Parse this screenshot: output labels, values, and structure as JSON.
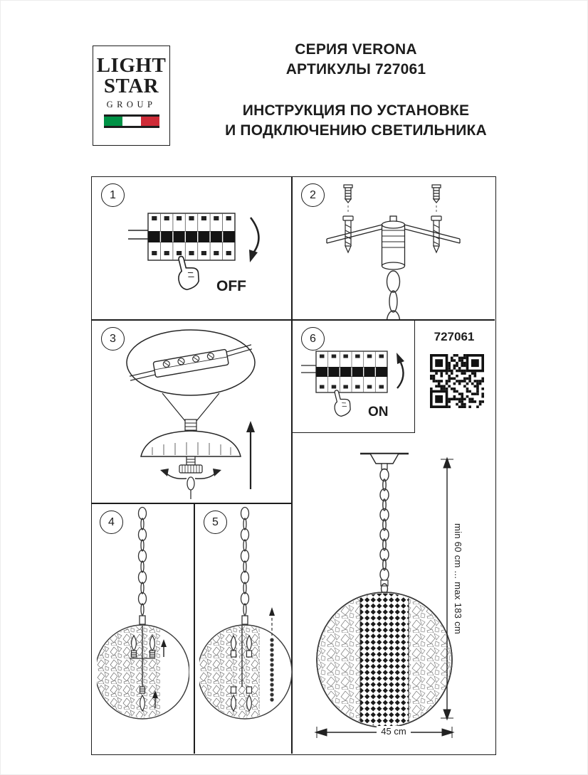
{
  "logo": {
    "word1": "LIGHT",
    "word2": "STAR",
    "word3": "GROUP",
    "flag_colors": [
      "#009246",
      "#ffffff",
      "#ce2b37"
    ]
  },
  "header": {
    "series": "СЕРИЯ VERONA",
    "articles": "АРТИКУЛЫ 727061",
    "title_line1": "ИНСТРУКЦИЯ ПО УСТАНОВКЕ",
    "title_line2": "И ПОДКЛЮЧЕНИЮ СВЕТИЛЬНИКА"
  },
  "steps": [
    {
      "number": "1",
      "label": "OFF"
    },
    {
      "number": "2",
      "label": ""
    },
    {
      "number": "3",
      "label": ""
    },
    {
      "number": "4",
      "label": ""
    },
    {
      "number": "5",
      "label": ""
    },
    {
      "number": "6",
      "label": "ON"
    }
  ],
  "product": {
    "article": "727061",
    "height_range": "min 60 cm ... max 183 cm",
    "width_label": "45 cm"
  },
  "icons": {
    "finger": "pointing-finger",
    "qr": "qr-code",
    "arrow_step1": "curved-arrow-down",
    "arrow_step6": "curved-arrow-up"
  },
  "colors": {
    "ink": "#1d1d1d",
    "flag_green": "#009246",
    "flag_red": "#ce2b37"
  }
}
